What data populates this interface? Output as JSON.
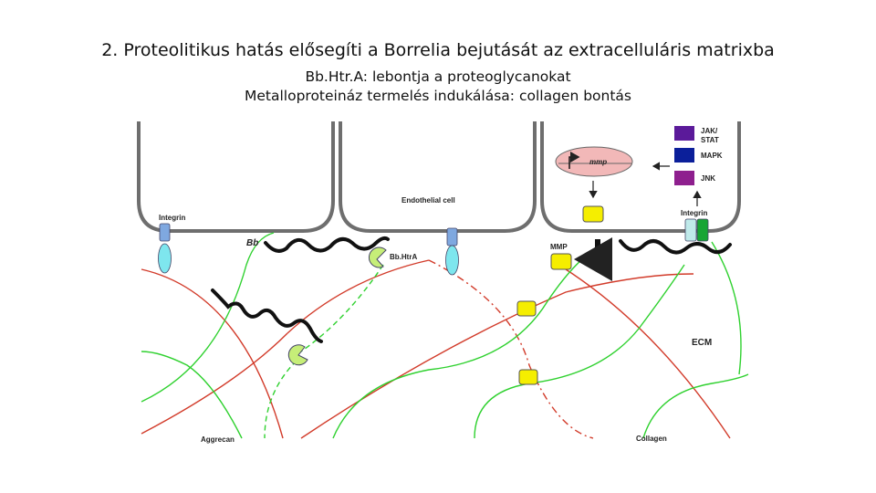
{
  "slide": {
    "title": "2. Proteolitikus hatás elősegíti a Borrelia bejutását az extracelluláris matrixba",
    "line1": "Bb.Htr.A: lebontja a proteoglycanokat",
    "line2": "Metalloproteináz termelés indukálása: collagen bontás"
  },
  "diagram": {
    "integrin_left": "Integrin",
    "integrin_right": "Integrin",
    "bb": "Bb",
    "endothelial": "Endothelial cell",
    "bbhtra": "Bb.HtrA",
    "mmp_gene": "mmp",
    "mmp_protein": "MMP",
    "ecm": "ECM",
    "aggrecan": "Aggrecan",
    "collagen": "Collagen",
    "legend": [
      {
        "line1": "JAK/",
        "line2": "STAT",
        "color": "#5b1a9a"
      },
      {
        "line1": "MAPK",
        "line2": "",
        "color": "#0b1f9a"
      },
      {
        "line1": "JNK",
        "line2": "",
        "color": "#8e1f8e"
      }
    ],
    "colors": {
      "cell_border": "#6e6e6e",
      "aggrecan": "#2fd12f",
      "collagen": "#d23b2a",
      "mmp": "#f5ee00",
      "bbhtra": "#c6ee78",
      "integrin_top": "#7fa8e0",
      "integrin_bottom": "#7ee6ee",
      "integrin_right_a": "#bfeaea",
      "integrin_right_b": "#17a534",
      "nucleus": "#f2b8b8"
    }
  }
}
